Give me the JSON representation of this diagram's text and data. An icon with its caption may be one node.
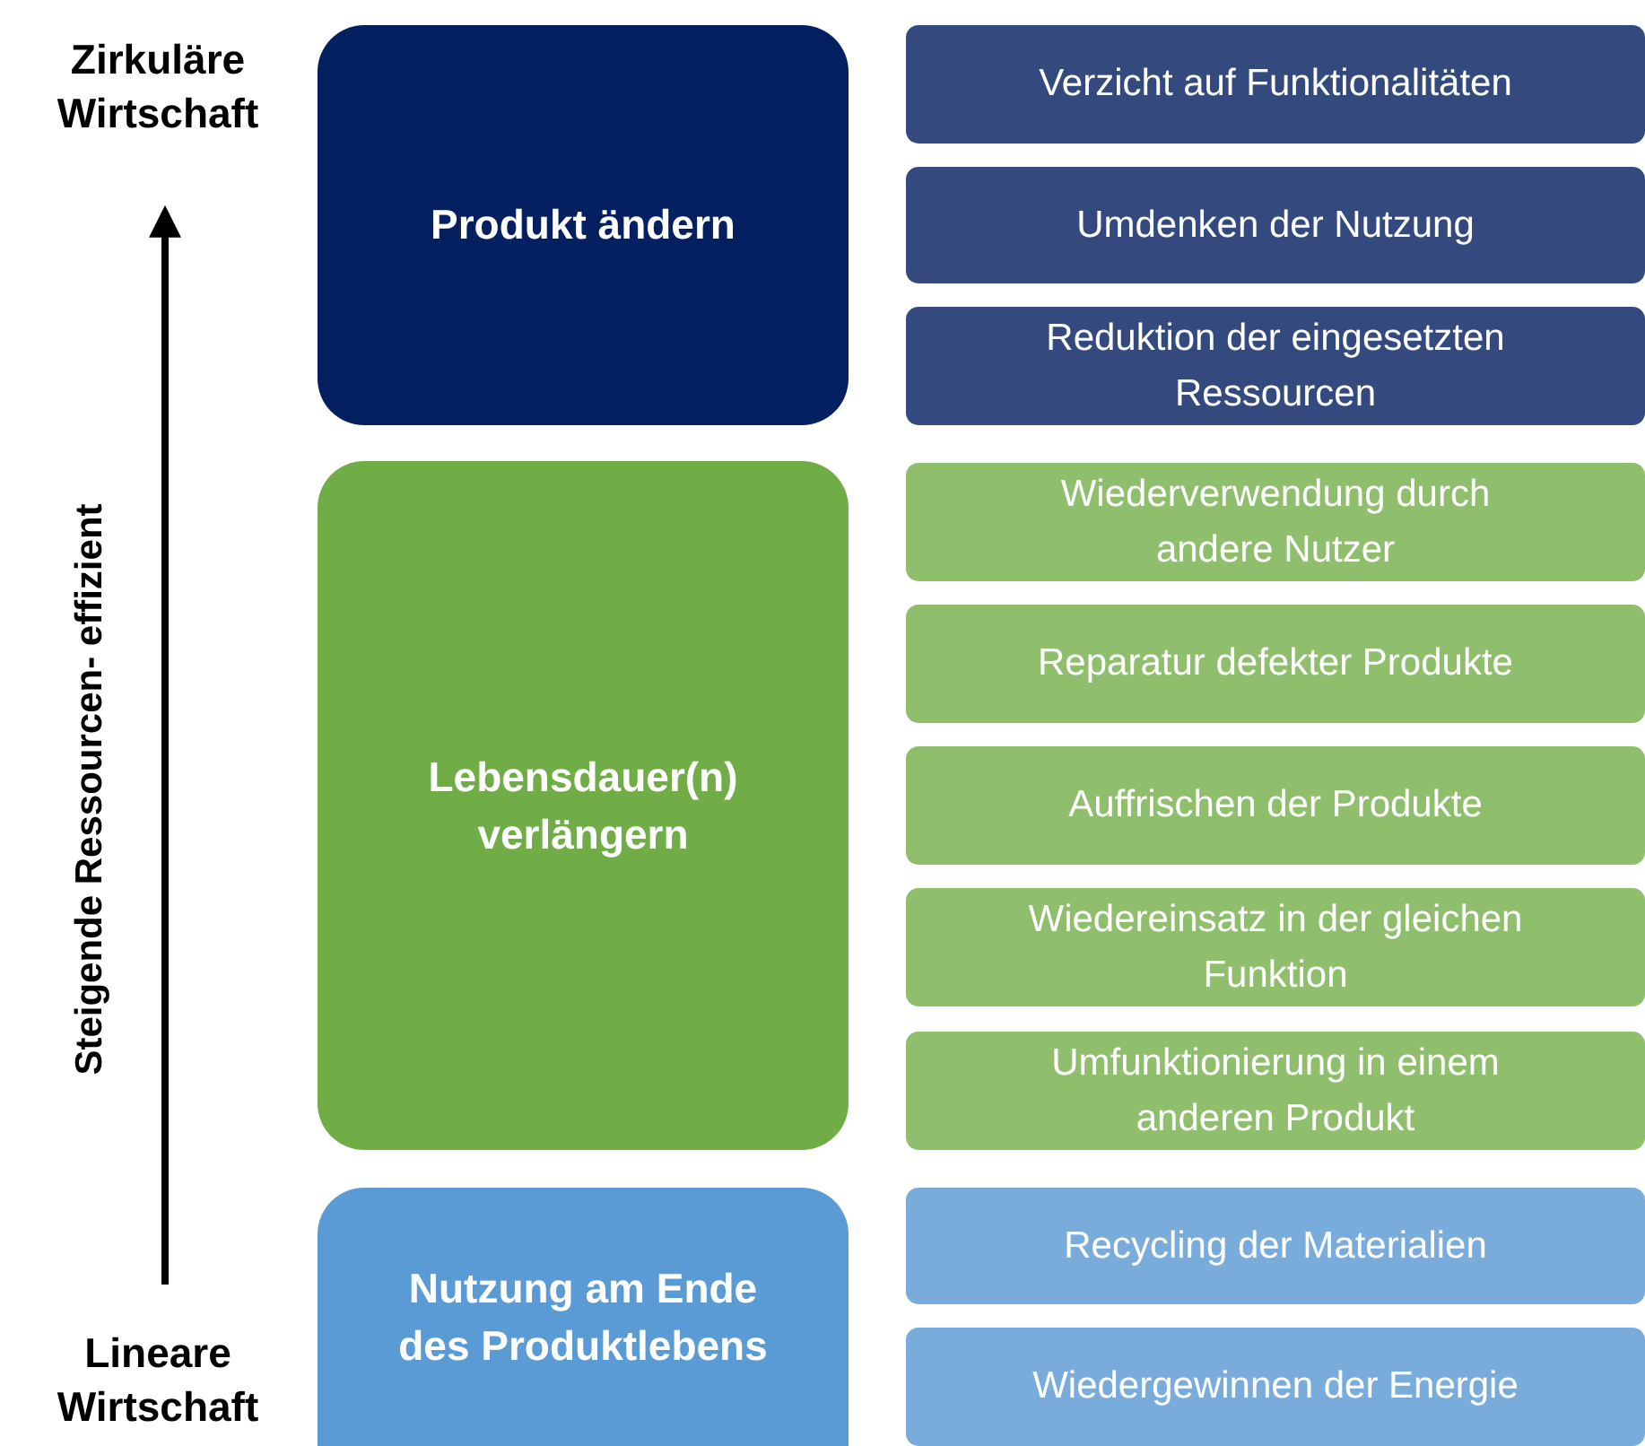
{
  "diagram": {
    "nodes": [
      {
        "text": [
          "Zirkuläre Wirtschaft"
        ]
      },
      {
        "text": [
          "Produkt ändern"
        ]
      },
      {
        "text": [
          "Verzicht auf Funktionalitäten"
        ]
      },
      {
        "text": [
          "Umdenken der Nutzung"
        ]
      },
      {
        "text": [
          "Reduktion der eingesetzten Ressourcen"
        ]
      },
      {
        "text": [
          "Lebensdauer(n) verlängern"
        ]
      },
      {
        "text": [
          "Wiederverwendung durch andere Nutzer"
        ]
      },
      {
        "text": [
          "Reparatur defekter Produkte"
        ]
      },
      {
        "text": [
          "Auffrischen der Produkte"
        ]
      },
      {
        "text": [
          "Wiedereinsatz in der gleichen Funktion"
        ]
      },
      {
        "text": [
          "Umfunktionierung in einem anderen Produkt"
        ]
      },
      {
        "text": [
          "Nutzung am Ende des Produktlebens"
        ]
      },
      {
        "text": [
          "Recycling der Materialien"
        ]
      },
      {
        "text": [
          "Wiedergewinnen der Energie"
        ]
      },
      {
        "text": [
          "Lineare Wirtschaft"
        ]
      }
    ],
    "edges": [
      {
        "from": 14,
        "to": 0,
        "arrow": "to"
      }
    ],
    "labels": [
      "Steigende Ressourcen- effizient"
    ]
  }
}
